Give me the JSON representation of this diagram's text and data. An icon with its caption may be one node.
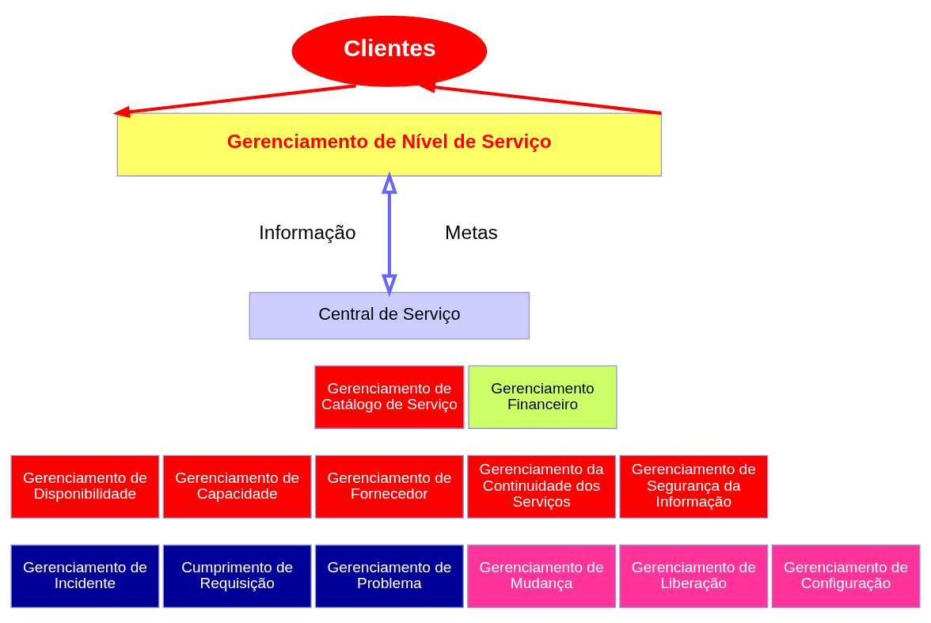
{
  "diagram": {
    "nodes": [
      {
        "text": [
          "Clientes"
        ]
      },
      {
        "text": [
          "Gerenciamento de Nível de Serviço"
        ]
      },
      {
        "text": [
          "Central de Serviço"
        ]
      },
      {
        "text": [
          "Gerenciamento de Catálogo de Serviço"
        ]
      },
      {
        "text": [
          "Gerenciamento Financeiro"
        ]
      },
      {
        "text": [
          "Gerenciamento de Disponibilidade"
        ]
      },
      {
        "text": [
          "Gerenciamento de Capacidade"
        ]
      },
      {
        "text": [
          "Gerenciamento de Fornecedor"
        ]
      },
      {
        "text": [
          "Gerenciamento da Continuidade dos Serviços"
        ]
      },
      {
        "text": [
          "Gerenciamento de Segurança da Informação"
        ]
      },
      {
        "text": [
          "Gerenciamento de Incidente"
        ]
      },
      {
        "text": [
          "Cumprimento de Requisição"
        ]
      },
      {
        "text": [
          "Gerenciamento de Problema"
        ]
      },
      {
        "text": [
          "Gerenciamento de Mudança"
        ]
      },
      {
        "text": [
          "Gerenciamento de Liberação"
        ]
      },
      {
        "text": [
          "Gerenciamento de Configuração"
        ]
      }
    ],
    "edges": [
      {
        "from": 0,
        "to": 1,
        "arrow": "to",
        "color": "#ff0000"
      },
      {
        "from": 1,
        "to": 0,
        "arrow": "to",
        "color": "#ff0000"
      },
      {
        "from": 1,
        "to": 2,
        "arrow": "both",
        "color": "#6666ff"
      }
    ],
    "labels": [
      "Informação",
      "Metas"
    ]
  }
}
